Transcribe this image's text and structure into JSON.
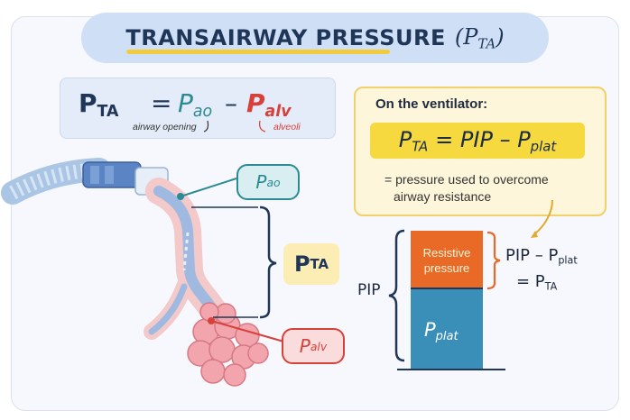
{
  "title": {
    "text": "TRANSAIRWAY PRESSURE",
    "symbol": "(P",
    "symbol_sub": "TA",
    "symbol_close": ")"
  },
  "formula": {
    "lhs": "P",
    "lhs_sub": "TA",
    "equals": "=",
    "pao": "P",
    "pao_sub": "ao",
    "minus": "–",
    "palv": "P",
    "palv_sub": "alv",
    "note_pao": "airway opening",
    "note_palv": "alveoli"
  },
  "ventilator": {
    "label": "On the ventilator:",
    "formula_lhs": "P",
    "formula_lhs_sub": "TA",
    "formula_rhs": "= PIP – P",
    "formula_rhs_sub": "plat",
    "note_line1": "= pressure used to overcome",
    "note_line2": "airway resistance"
  },
  "labels": {
    "pao": "P",
    "pao_sub": "ao",
    "pta": "P",
    "pta_sub": "TA",
    "palv": "P",
    "palv_sub": "alv"
  },
  "bar": {
    "pip_label": "PIP",
    "resistive_line1": "Resistive",
    "resistive_line2": "pressure",
    "pplat": "P",
    "pplat_sub": "plat",
    "eq_line1": "PIP – P",
    "eq_line1_sub": "plat",
    "eq_line2": "= P",
    "eq_line2_sub": "TA"
  },
  "colors": {
    "navy": "#1f3658",
    "teal": "#2b8a93",
    "red": "#d8403a",
    "yellow": "#f6d93f",
    "orange": "#e86a26",
    "bar_blue": "#3a8fb8"
  }
}
